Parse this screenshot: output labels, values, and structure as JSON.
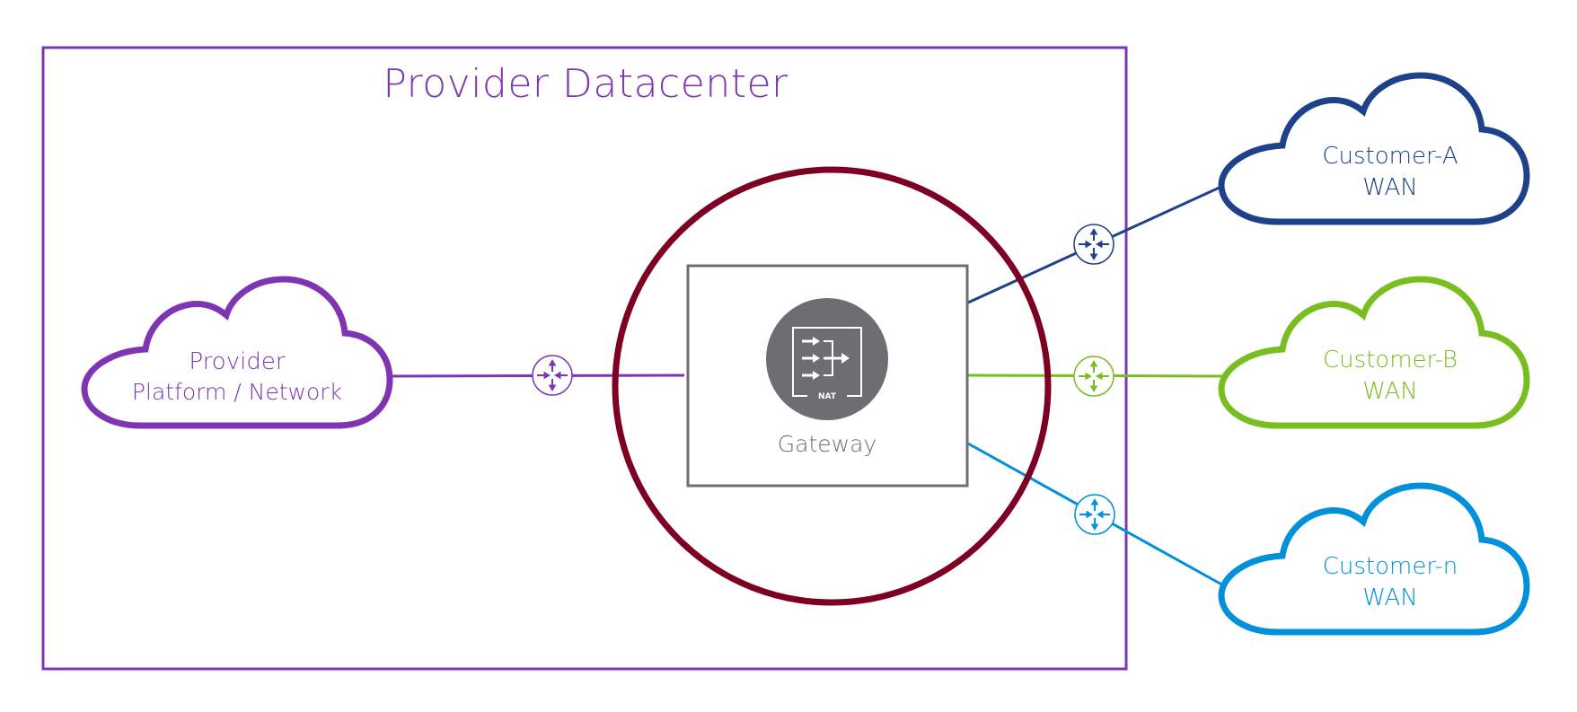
{
  "diagram": {
    "title": "Provider Datacenter",
    "colors": {
      "provider": "#7f35b2",
      "gateway_ring": "#7d0022",
      "gateway_box": "#6d6e71",
      "nat_icon_fill": "#6d6e71",
      "customer_a": "#1d428a",
      "customer_b": "#78be20",
      "customer_n": "#0091da"
    },
    "provider_cloud": {
      "line1": "Provider",
      "line2": "Platform / Network"
    },
    "gateway": {
      "label": "Gateway",
      "icon": "nat-icon",
      "icon_text": "NAT"
    },
    "customers": [
      {
        "id": "customer-a",
        "line1": "Customer-A",
        "line2": "WAN",
        "router_icon": "router-icon"
      },
      {
        "id": "customer-b",
        "line1": "Customer-B",
        "line2": "WAN",
        "router_icon": "router-icon"
      },
      {
        "id": "customer-n",
        "line1": "Customer-n",
        "line2": "WAN",
        "router_icon": "router-icon"
      }
    ],
    "provider_router": {
      "icon": "router-icon"
    }
  }
}
